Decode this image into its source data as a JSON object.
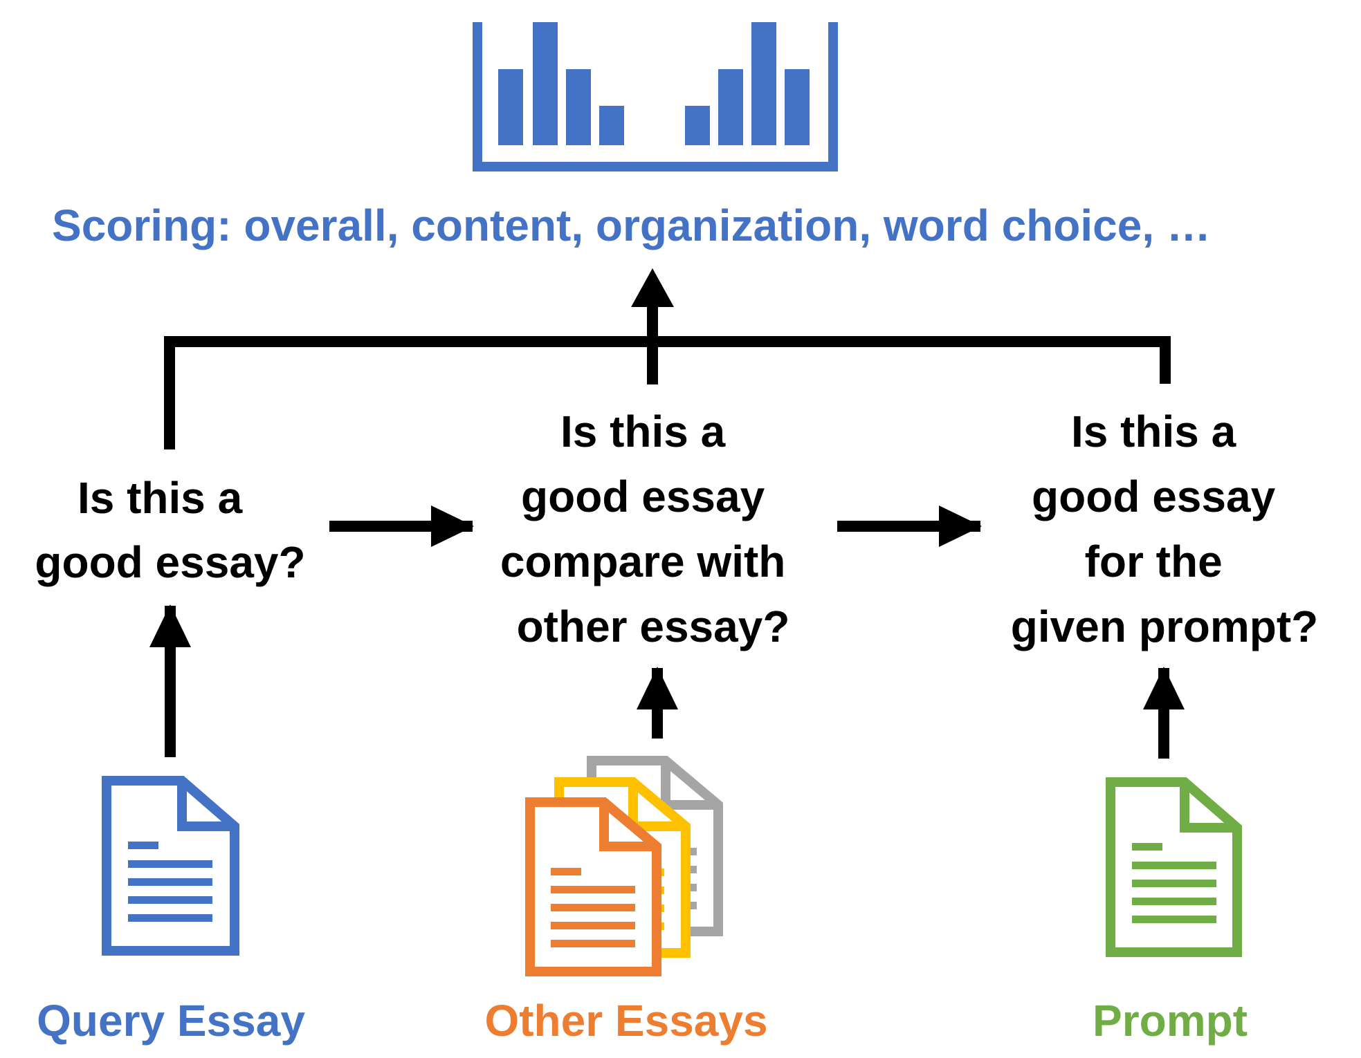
{
  "scoring": {
    "label": "Scoring: overall, content, organization, word choice, …",
    "color": "#4472C4"
  },
  "questions": {
    "query": {
      "lines": [
        "Is this a",
        "good essay?"
      ]
    },
    "other": {
      "lines": [
        "Is this a",
        "good essay",
        "compare with",
        "other essay?"
      ]
    },
    "prompt": {
      "lines": [
        "Is this a",
        "good essay",
        "for the",
        "given prompt?"
      ]
    }
  },
  "inputs": {
    "query": {
      "label": "Query Essay",
      "color": "#4472C4"
    },
    "other": {
      "label": "Other Essays",
      "color": "#ED7D31",
      "stack_colors": [
        "#A5A5A5",
        "#FFC000",
        "#ED7D31"
      ]
    },
    "prompt": {
      "label": "Prompt",
      "color": "#70AD47"
    }
  },
  "colors": {
    "arrow": "#000000",
    "text": "#000000"
  }
}
